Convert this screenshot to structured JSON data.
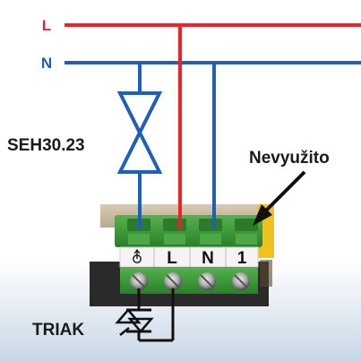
{
  "lines": {
    "l_label": "L",
    "n_label": "N",
    "l_color": "#e8232b",
    "n_color": "#1f5fb4"
  },
  "valve": {
    "label": "SEH30.23",
    "color": "#1f5fb4"
  },
  "callout": {
    "label": "Nevyužito"
  },
  "terminals": {
    "labels": [
      "L",
      "N",
      "1"
    ],
    "first_symbol": "thermostat-symbol-icon",
    "block_color": "#3e9a3a"
  },
  "triak": {
    "label": "TRIAK"
  }
}
